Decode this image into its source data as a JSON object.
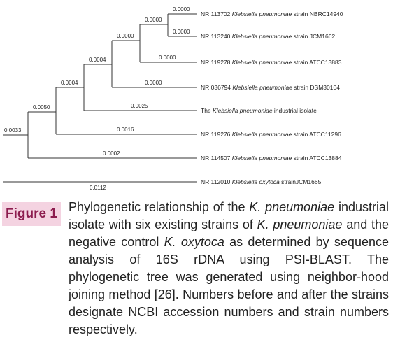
{
  "tree": {
    "branch_lengths": {
      "root": "0.0033",
      "c5": "0.0050",
      "c4": "0.0004",
      "c3": "0.0004",
      "c2": "0.0000",
      "c1": "0.0000",
      "l1": "0.0000",
      "l2": "0.0000",
      "l3": "0.0000",
      "l4": "0.0000",
      "l5": "0.0025",
      "l6": "0.0016",
      "l7": "0.0002",
      "outgroup": "0.0112"
    },
    "taxa": [
      {
        "prefix": "NR 113702 ",
        "species": "Klebsiella pneumoniae",
        "suffix": " strain NBRC14940"
      },
      {
        "prefix": "NR 113240 ",
        "species": "Klebsiella pneumoniae",
        "suffix": " strain JCM1662"
      },
      {
        "prefix": "NR 119278 ",
        "species": "Klebsiella pneumoniae",
        "suffix": " strain ATCC13883"
      },
      {
        "prefix": "NR 036794 ",
        "species": "Klebsiella pneumoniae",
        "suffix": " strain DSM30104"
      },
      {
        "prefix": "The ",
        "species": "Klebsiella pneumoniae",
        "suffix": " industrial isolate"
      },
      {
        "prefix": "NR 119276 ",
        "species": "Klebsiella pneumoniae",
        "suffix": " strain ATCC11296"
      },
      {
        "prefix": "NR 114507 ",
        "species": "Klebsiella pneumoniae",
        "suffix": " strain ATCC13884"
      },
      {
        "prefix": "NR 112010 ",
        "species": "Klebsiella oxytoca",
        "suffix": " strainJCM1665"
      }
    ]
  },
  "caption": {
    "label": "Figure 1",
    "parts": [
      "Phylogenetic relationship of the ",
      "K. pneumoniae",
      " industrial isolate with six existing strains of ",
      "K. pneumoniae",
      " and the negative control ",
      "K. oxytoca",
      " as determined by sequence analysis of 16S rDNA using PSI-BLAST. The phylogenetic tree was generated using neighbor-hood joining method [26]. Numbers before and after the strains designate NCBI accession numbers and strain numbers respectively."
    ]
  }
}
